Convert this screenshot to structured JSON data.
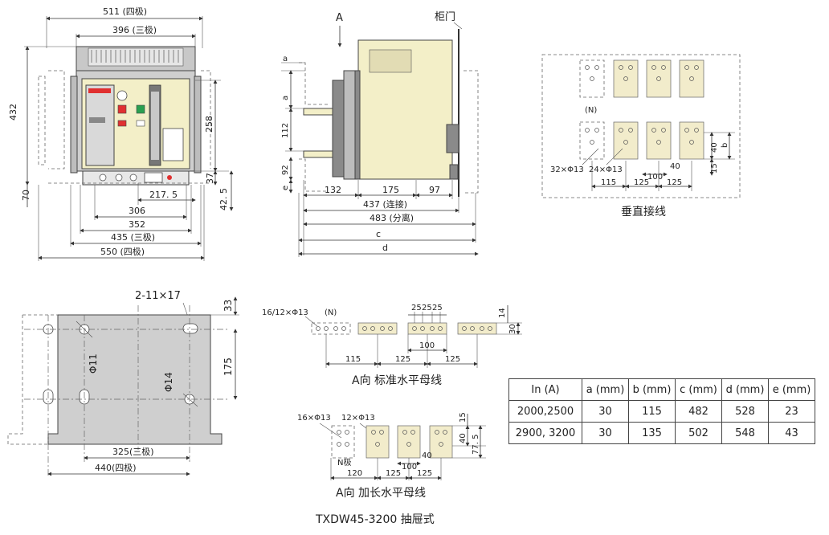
{
  "front_view": {
    "labels": {
      "w511": "511 (四极)",
      "w396": "396 (三极)",
      "h432": "432",
      "h258": "258",
      "h37": "37",
      "h42_5": "42. 5",
      "h70": "70",
      "w217_5": "217. 5",
      "w306": "306",
      "w352": "352",
      "w435": "435 (三极)",
      "w550": "550 (四极)"
    }
  },
  "side_view": {
    "labels": {
      "a_arrow": "A",
      "cabinet_door": "柜门",
      "a1": "a",
      "a2": "a",
      "h112": "112",
      "h92": "92",
      "e": "e",
      "w132": "132",
      "w175": "175",
      "w97": "97",
      "w437": "437 (连接)",
      "w483": "483 (分离)",
      "c": "c",
      "d": "d"
    }
  },
  "vertical_busbar": {
    "labels": {
      "n_pole": "(N)",
      "hole32": "32×Φ13",
      "hole24": "24×Φ13",
      "w115": "115",
      "w125a": "125",
      "w125b": "125",
      "w100": "100",
      "w40": "40",
      "h40": "40",
      "h15": "15",
      "b": "b"
    },
    "caption": "垂直接线"
  },
  "mounting_plate": {
    "labels": {
      "slots": "2-11×17",
      "h33": "33",
      "h175": "175",
      "phi11": "Φ11",
      "phi14": "Φ14",
      "w325": "325(三极)",
      "w440": "440(四极)"
    }
  },
  "standard_busbar": {
    "labels": {
      "holes": "16/12×Φ13",
      "n_pole": "(N)",
      "w25a": "25",
      "w25b": "25",
      "w25c": "25",
      "h14": "14",
      "h30": "30",
      "w100": "100",
      "w115": "115",
      "w125a": "125",
      "w125b": "125"
    },
    "caption": "A向 标准水平母线"
  },
  "extended_busbar": {
    "labels": {
      "holes16": "16×Φ13",
      "holes12": "12×Φ13",
      "n_pole": "N极",
      "h15": "15",
      "h40": "40",
      "h77_5": "77. 5",
      "w40": "40",
      "w100": "100",
      "w120": "120",
      "w125a": "125",
      "w125b": "125"
    },
    "caption": "A向 加长水平母线"
  },
  "title": "TXDW45-3200 抽屉式",
  "spec_table": {
    "headers": [
      "In (A)",
      "a (mm)",
      "b (mm)",
      "c (mm)",
      "d (mm)",
      "e (mm)"
    ],
    "rows": [
      [
        "2000,2500",
        "30",
        "115",
        "482",
        "528",
        "23"
      ],
      [
        "2900, 3200",
        "30",
        "135",
        "502",
        "548",
        "43"
      ]
    ]
  },
  "colors": {
    "ivory": "#f3efc8",
    "grey": "#c8c8c8",
    "darkgrey": "#8a8a8a",
    "red": "#e03030",
    "green": "#2aa050",
    "pad": "#f2eccb"
  }
}
